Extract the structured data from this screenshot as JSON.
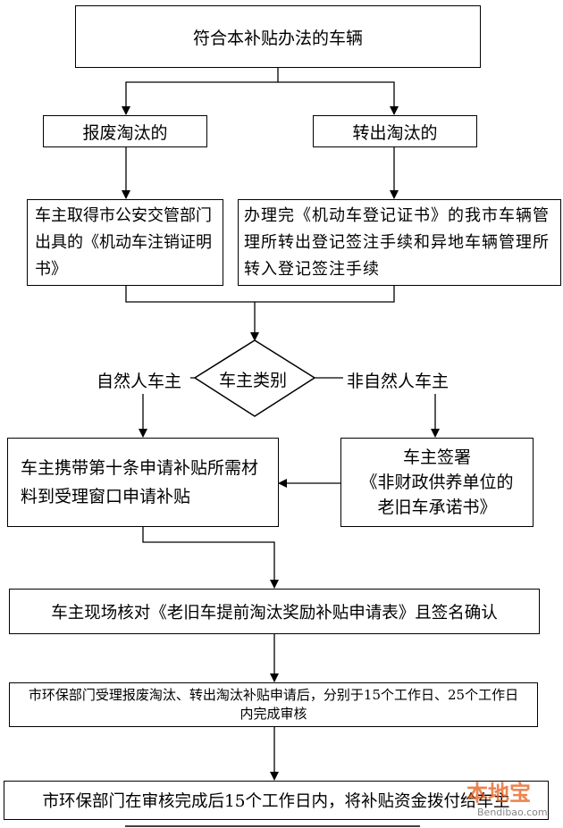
{
  "nodes": {
    "start": "符合本补贴办法的车辆",
    "scrap": "报废淘汰的",
    "transfer": "转出淘汰的",
    "scrap_cert": "车主取得市公安交管部门出具的《机动车注销证明书》",
    "transfer_proc": "办理完《机动车登记证书》的我市车辆管理所转出登记签注手续和异地车辆管理所转入登记签注手续",
    "decision": "车主类别",
    "natural_owner": "自然人车主",
    "non_natural_owner": "非自然人车主",
    "apply_window": "车主携带第十条申请补贴所需材料到受理窗口申请补贴",
    "sign_pledge_line1": "车主签署",
    "sign_pledge_line2": "《非财政供养单位的",
    "sign_pledge_line3": "老旧车承诺书》",
    "verify": "车主现场核对《老旧车提前淘汰奖励补贴申请表》且签名确认",
    "review": "市环保部门受理报废淘汰、转出淘汰补贴申请后，分别于15个工作日、25个工作日内完成审核",
    "payout": "市环保部门在审核完成后15个工作日内，将补贴资金拨付给车主"
  },
  "watermark": {
    "text": "本地宝",
    "url": "Bendibao.com"
  }
}
